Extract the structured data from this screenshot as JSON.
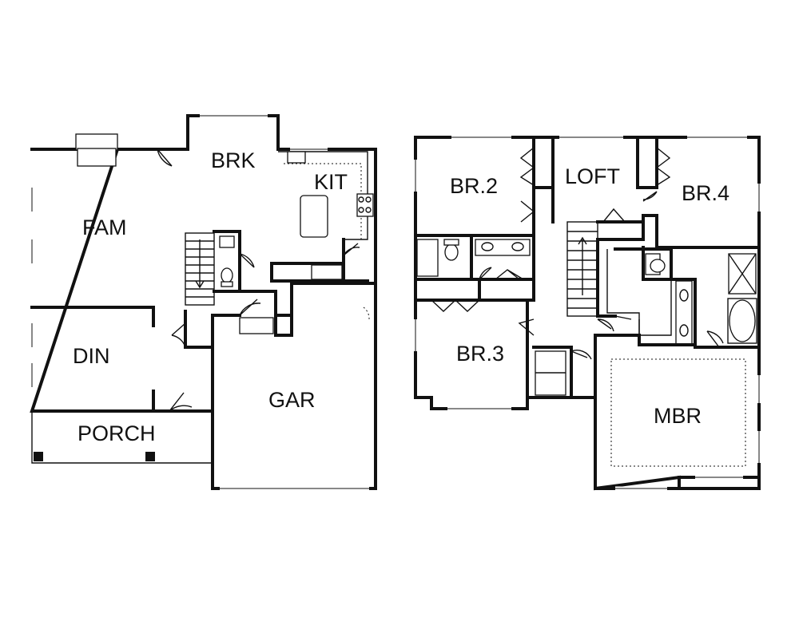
{
  "rooms": {
    "fam": "FAM",
    "brk": "BRK",
    "kit": "KIT",
    "din": "DIN",
    "porch": "PORCH",
    "gar": "GAR",
    "br2": "BR.2",
    "loft": "LOFT",
    "br4": "BR.4",
    "br3": "BR.3",
    "mbr": "MBR"
  }
}
